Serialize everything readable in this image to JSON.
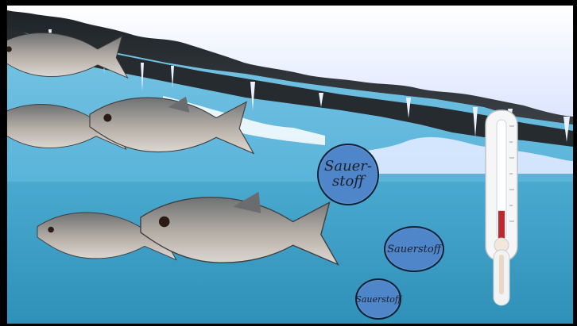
{
  "scene": {
    "title": "",
    "colors": {
      "water_top": "#6cb7d8",
      "water_bottom": "#3d9fc2",
      "ice": "#f2f5ff",
      "rock": "#2a2f33",
      "bubble": "#4e86c9",
      "thermo_fill": "#c0272d"
    }
  },
  "bubbles": {
    "large": {
      "label_line1": "Sauer-",
      "label_line2": "stoff"
    },
    "medium": {
      "label": "Sauerstoff"
    },
    "small": {
      "label": "Sauerstoff"
    }
  },
  "thermometer": {
    "level_percent": 30
  }
}
